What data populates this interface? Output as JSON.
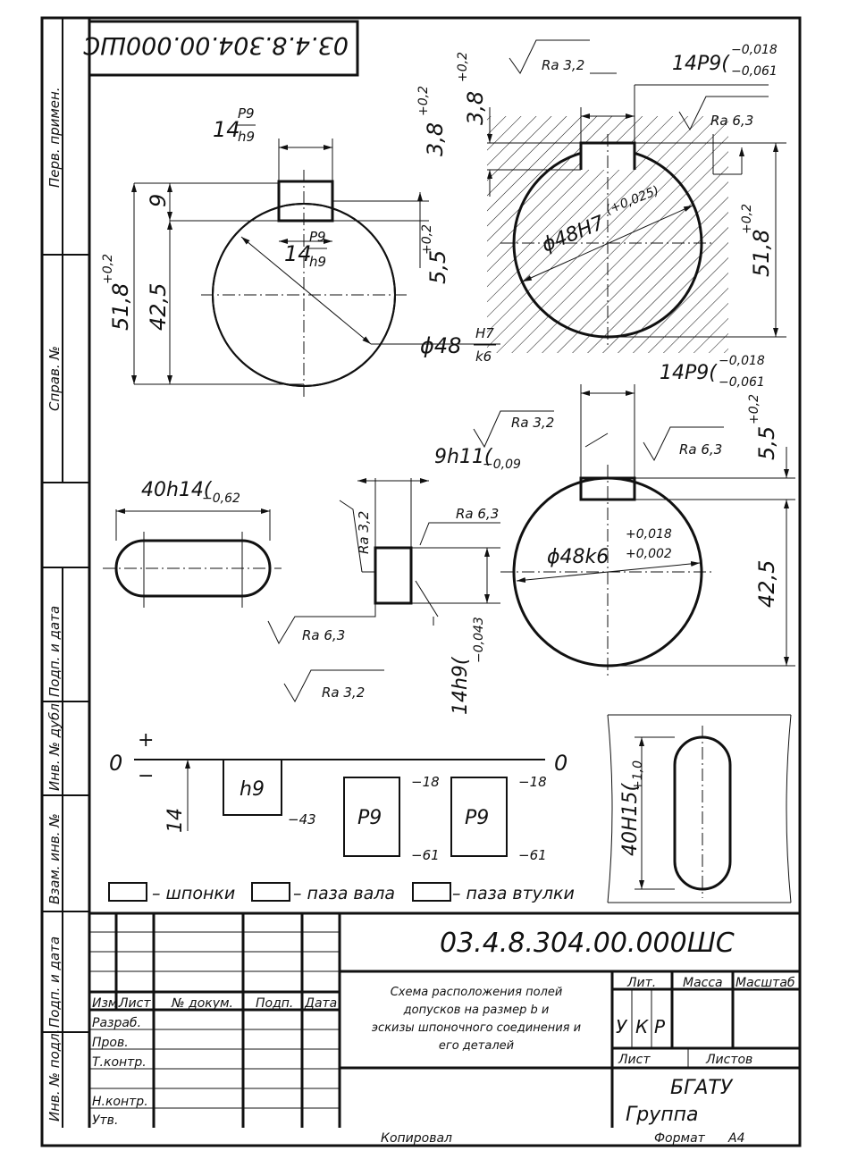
{
  "doc_code": "03.4.8.304.00.000ШС",
  "stamp_code_rotated": "03.4.8.304.00.000ШС",
  "left_strip": {
    "perv_primen": "Перв. примен.",
    "sprav_no": "Справ. №",
    "podp_i_data_1": "Подп. и дата",
    "inv_no_dubl": "Инв. № дубл.",
    "vzam_inv_no": "Взам. инв. №",
    "podp_i_data_2": "Подп. и дата",
    "inv_no_podl": "Инв. № подл."
  },
  "shaft_section": {
    "width_dim": "14",
    "width_tol_top": "P9",
    "width_tol_bottom": "h9",
    "width_dim_2": "14",
    "width_tol_top_2": "P9",
    "width_tol_bottom_2": "h9",
    "dim_9": "9",
    "dim_42_5": "42,5",
    "dim_51_8": "51,8",
    "dim_51_8_tol": "+0,2",
    "dim_5_5": "5,5",
    "dim_5_5_tol": "+0,2",
    "dia": "ϕ48",
    "dia_tol_top": "H7",
    "dia_tol_bottom": "k6"
  },
  "hub_section": {
    "ra_left": "Ra 3,2",
    "ra_right": "Ra 6,3",
    "slot": "14P9(",
    "slot_tol_top": "−0,018",
    "slot_tol_bottom": "−0,061",
    "dim_3_8": "3,8",
    "dim_3_8_tol": "+0,2",
    "dim_3_8_b": "3,8",
    "dim_3_8_b_tol": "+0,2",
    "bore": "ϕ48H7",
    "bore_tol": "(+0,025)",
    "dim_51_8": "51,8",
    "dim_51_8_tol": "+0,2"
  },
  "shaft_view": {
    "slot": "14P9(",
    "slot_tol_top": "−0,018",
    "slot_tol_bottom": "−0,061",
    "ra_left": "Ra 3,2",
    "ra_right": "Ra 6,3",
    "dim_5_5": "5,5",
    "dim_5_5_tol": "+0,2",
    "dia": "ϕ48k6",
    "dia_tol_top": "+0,018",
    "dia_tol_bottom": "+0,002",
    "dim_42_5": "42,5"
  },
  "key_plan": {
    "length": "40h14(",
    "length_tol": "−0,62"
  },
  "key_section": {
    "height": "9h11(",
    "height_tol": "−0,09",
    "ra_top": "Ra 6,3",
    "ra_left": "Ra 3,2",
    "ra_bottom_1": "Ra 6,3",
    "ra_bottom_2": "Ra 3,2",
    "width": "14h9(",
    "width_tol": "−0,043"
  },
  "slot_view": {
    "length": "40H15(",
    "length_tol": "+1,0"
  },
  "tolerance_scheme": {
    "zero_left": "0",
    "zero_right": "0",
    "plus": "+",
    "minus": "−",
    "size": "14",
    "h9_label": "h9",
    "h9_lower": "−43",
    "p9_shaft_label": "P9",
    "p9_shaft_upper": "−18",
    "p9_shaft_lower": "−61",
    "p9_hub_label": "P9",
    "p9_hub_upper": "−18",
    "p9_hub_lower": "−61"
  },
  "legend": {
    "keys": "– шпонки",
    "shaft_slot": "– паза вала",
    "hub_slot": "– паза втулки"
  },
  "title_block": {
    "code": "03.4.8.304.00.000ШС",
    "col_izm": "Изм.",
    "col_list": "Лист",
    "col_doc": "№ докум.",
    "col_podp": "Подп.",
    "col_data": "Дата",
    "razrab": "Разраб.",
    "prov": "Пров.",
    "tkontr": "Т.контр.",
    "nkontr": "Н.контр.",
    "utv": "Утв.",
    "title_line1": "Схема расположения полей",
    "title_line2": "допусков на размер b и",
    "title_line3": "эскизы шпоночного соединения и",
    "title_line4": "его деталей",
    "lit": "Лит.",
    "massa": "Масса",
    "masshtab": "Масштаб",
    "lit_u": "У",
    "lit_k": "К",
    "lit_r": "Р",
    "list": "Лист",
    "listov": "Листов",
    "org": "БГАТУ",
    "group": "Группа"
  },
  "footer": {
    "kopiroval": "Копировал",
    "format": "Формат",
    "format_value": "А4"
  }
}
